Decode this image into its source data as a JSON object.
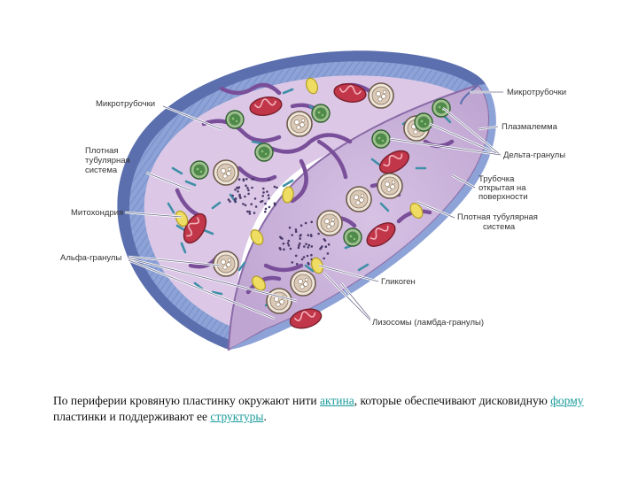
{
  "labels": {
    "microtubules_left": "Микротрубочки",
    "dense_tubular_left_1": "Плотная",
    "dense_tubular_left_2": "тубулярная",
    "dense_tubular_left_3": "система",
    "mitochondria": "Митохондрия",
    "alpha_granules": "Альфа-гранулы",
    "microtubules_right": "Микротрубочки",
    "plasmalemma": "Плазмалемма",
    "delta_granules": "Дельта-гранулы",
    "open_tubule_1": "Трубочка",
    "open_tubule_2": "открытая на",
    "open_tubule_3": "поверхности",
    "dense_tubular_right_1": "Плотная тубулярная",
    "dense_tubular_right_2": "система",
    "glycogen": "Гликоген",
    "lysosomes": "Лизосомы (ламбда-гранулы)"
  },
  "caption": {
    "part1": "По периферии кровяную пластинку окружают нити ",
    "link1": "актина",
    "part2": ", которые обеспечивают дисковидную ",
    "link2": "форму",
    "part3": " пластинки и поддерживают ее ",
    "link3": "структуры",
    "part4": "."
  },
  "colors": {
    "membrane_outer": "#5b6fae",
    "membrane_band": "#8da2d6",
    "cytoplasm": "#dcc8e6",
    "cut_face": "#c9b2da",
    "tubular": "#7a4f9a",
    "microtubule": "#3f8fa8",
    "mitochondria": "#c2364a",
    "delta_granule": "#4f8a4a",
    "alpha_granule": "#b9a38c",
    "lysosome": "#e8d65a",
    "link": "#1a9a9a"
  }
}
